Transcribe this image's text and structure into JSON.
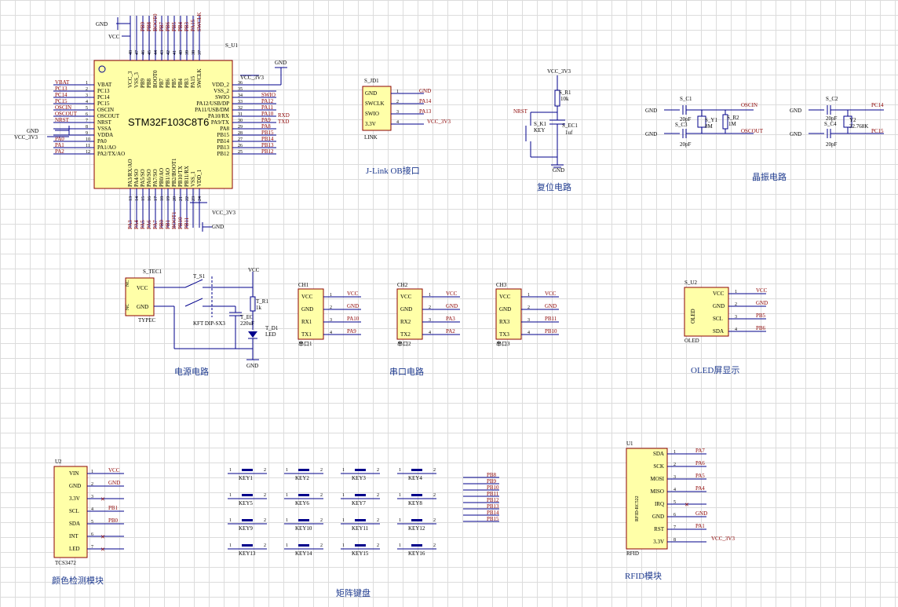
{
  "mcu": {
    "ref": "S_U1",
    "name": "STM32F103C8T6",
    "left_pins": [
      {
        "num": "1",
        "name": "VBAT",
        "net": "VBAT"
      },
      {
        "num": "2",
        "name": "PC13",
        "net": "PC13"
      },
      {
        "num": "3",
        "name": "PC14",
        "net": "PC14"
      },
      {
        "num": "4",
        "name": "PC15",
        "net": "PC15"
      },
      {
        "num": "5",
        "name": "OSCIN",
        "net": "OSCIN"
      },
      {
        "num": "6",
        "name": "OSCOUT",
        "net": "OSCOUT"
      },
      {
        "num": "7",
        "name": "NRST",
        "net": "NRST"
      },
      {
        "num": "8",
        "name": "VSSA",
        "net": ""
      },
      {
        "num": "9",
        "name": "VDDA",
        "net": ""
      },
      {
        "num": "10",
        "name": "PA0",
        "net": "PA0"
      },
      {
        "num": "11",
        "name": "PA1/AO",
        "net": "PA1"
      },
      {
        "num": "12",
        "name": "PA2/TX/AO",
        "net": "PA2"
      }
    ],
    "right_pins": [
      {
        "num": "36",
        "name": "VDD_2",
        "net": "VCC_3V3"
      },
      {
        "num": "35",
        "name": "VSS_2",
        "net": ""
      },
      {
        "num": "34",
        "name": "SWIO",
        "net": "SWIO"
      },
      {
        "num": "33",
        "name": "PA12/USB/DP",
        "net": "PA12"
      },
      {
        "num": "32",
        "name": "PA11/USB/DM",
        "net": "PA11"
      },
      {
        "num": "31",
        "name": "PA10/RX",
        "net": "PA10"
      },
      {
        "num": "30",
        "name": "PA9/TX",
        "net": "PA9"
      },
      {
        "num": "29",
        "name": "PA8",
        "net": "PA8"
      },
      {
        "num": "28",
        "name": "PB15",
        "net": "PB15"
      },
      {
        "num": "27",
        "name": "PB14",
        "net": "PB14"
      },
      {
        "num": "26",
        "name": "PB13",
        "net": "PB13"
      },
      {
        "num": "25",
        "name": "PB12",
        "net": "PB12"
      }
    ],
    "top_pins": [
      {
        "num": "48",
        "name": "VCC_3",
        "net": ""
      },
      {
        "num": "47",
        "name": "VSS_3",
        "net": ""
      },
      {
        "num": "46",
        "name": "PB9",
        "net": "PB9"
      },
      {
        "num": "45",
        "name": "PB8",
        "net": "PB8"
      },
      {
        "num": "44",
        "name": "BOOT0",
        "net": "BOOT0"
      },
      {
        "num": "43",
        "name": "PB7",
        "net": "PB7"
      },
      {
        "num": "42",
        "name": "PB6",
        "net": "PB6"
      },
      {
        "num": "41",
        "name": "PB5",
        "net": "PB5"
      },
      {
        "num": "40",
        "name": "PB4",
        "net": "PB4"
      },
      {
        "num": "39",
        "name": "PB3",
        "net": "PB3"
      },
      {
        "num": "38",
        "name": "PA15",
        "net": "PA15"
      },
      {
        "num": "37",
        "name": "SWCLK",
        "net": "SWCLK"
      }
    ],
    "bottom_pins": [
      {
        "num": "13",
        "name": "PA3/RX/AO",
        "net": "PA3"
      },
      {
        "num": "14",
        "name": "PA4/SO",
        "net": "PA4"
      },
      {
        "num": "15",
        "name": "PA5/SO",
        "net": "PA5"
      },
      {
        "num": "16",
        "name": "PA6/SO",
        "net": "PA6"
      },
      {
        "num": "17",
        "name": "PA7/SO",
        "net": "PA7"
      },
      {
        "num": "18",
        "name": "PB0/AO",
        "net": "PB0"
      },
      {
        "num": "19",
        "name": "PB1/AO",
        "net": "PB1"
      },
      {
        "num": "20",
        "name": "PB2/BOOT1",
        "net": "BOOT1"
      },
      {
        "num": "21",
        "name": "PB10/TX",
        "net": "PB10"
      },
      {
        "num": "22",
        "name": "PB11/RX",
        "net": "PB11"
      },
      {
        "num": "23",
        "name": "VSS_1",
        "net": ""
      },
      {
        "num": "24",
        "name": "VDD_1",
        "net": ""
      }
    ],
    "power_labels": {
      "gnd": "GND",
      "vcc": "VCC",
      "vcc33": "VCC_3V3",
      "rxd": "RXD",
      "txd": "TXD"
    }
  },
  "jlink": {
    "ref": "S_JD1",
    "value": "LINK",
    "title": "J-Link OB接口",
    "pins": [
      {
        "num": "1",
        "name": "GND",
        "net": "GND"
      },
      {
        "num": "2",
        "name": "SWCLK",
        "net": "PA14"
      },
      {
        "num": "3",
        "name": "SWIO",
        "net": "PA13"
      },
      {
        "num": "4",
        "name": "3.3V",
        "net": "VCC_3V3"
      }
    ]
  },
  "reset": {
    "title": "复位电路",
    "vcc": "VCC_3V3",
    "r_ref": "S_R1",
    "r_val": "10k",
    "c_ref": "S_EC1",
    "c_val": "1uf",
    "k_ref": "S_K1",
    "k_val": "KEY",
    "net": "NRST",
    "gnd": "GND"
  },
  "crystal": {
    "title": "晶振电路",
    "hse": {
      "c1_ref": "S_C1",
      "c2_ref": "S_C3",
      "c_val": "20pF",
      "y_ref": "S_Y1",
      "y_val": "8M",
      "r_ref": "S_R2",
      "r_val": "1M",
      "net1": "OSCIN",
      "net2": "OSCOUT",
      "gnd": "GND"
    },
    "lse": {
      "c1_ref": "S_C2",
      "c2_ref": "S_C4",
      "c_val": "20pF",
      "y_ref": "Y2",
      "y_val": "32.768K",
      "net1": "PC14",
      "net2": "PC15",
      "gnd": "GND"
    }
  },
  "power": {
    "title": "电源电路",
    "conn_ref": "S_TEC1",
    "conn_val": "TYPEC",
    "conn_pins": [
      "VCC",
      "GND"
    ],
    "nc": "NC",
    "sw_ref": "T_S1",
    "sw_val": "KFT DIP-SX3",
    "cap_ref": "T_EC",
    "cap_val": "220uF",
    "r_ref": "T_R1",
    "r_val": "1k",
    "led_ref": "T_D1",
    "led_val": "LED",
    "vcc": "VCC",
    "gnd": "GND"
  },
  "serial": {
    "title": "串口电路",
    "ports": [
      {
        "ref": "CH1",
        "val": "串口1",
        "pins": [
          "VCC",
          "GND",
          "RX1",
          "TX1"
        ],
        "nets": [
          "VCC",
          "GND",
          "PA10",
          "PA9"
        ]
      },
      {
        "ref": "CH2",
        "val": "串口2",
        "pins": [
          "VCC",
          "GND",
          "RX2",
          "TX2"
        ],
        "nets": [
          "VCC",
          "GND",
          "PA3",
          "PA2"
        ]
      },
      {
        "ref": "CH3",
        "val": "串口3",
        "pins": [
          "VCC",
          "GND",
          "RX3",
          "TX3"
        ],
        "nets": [
          "VCC",
          "GND",
          "PB11",
          "PB10"
        ]
      }
    ]
  },
  "oled": {
    "title": "OLED屏显示",
    "ref": "S_U2",
    "val": "OLED",
    "body": "OLED",
    "pins": [
      {
        "name": "VCC",
        "net": "VCC"
      },
      {
        "name": "GND",
        "net": "GND"
      },
      {
        "name": "SCL",
        "net": "PB5"
      },
      {
        "name": "SDA",
        "net": "PB6"
      }
    ]
  },
  "color": {
    "title": "颜色检测模块",
    "ref": "U2",
    "val": "TCS3472",
    "pins": [
      {
        "name": "VIN",
        "net": "VCC"
      },
      {
        "name": "GND",
        "net": "GND"
      },
      {
        "name": "3.3V",
        "net": ""
      },
      {
        "name": "SCL",
        "net": "PB1"
      },
      {
        "name": "SDA",
        "net": "PB0"
      },
      {
        "name": "INT",
        "net": ""
      },
      {
        "name": "LED",
        "net": ""
      }
    ]
  },
  "keypad": {
    "title": "矩阵键盘",
    "keys": [
      "KEY1",
      "KEY2",
      "KEY3",
      "KEY4",
      "KEY5",
      "KEY6",
      "KEY7",
      "KEY8",
      "KEY9",
      "KEY10",
      "KEY11",
      "KEY12",
      "KEY13",
      "KEY14",
      "KEY15",
      "KEY16"
    ],
    "nets": [
      "PB8",
      "PB9",
      "PB10",
      "PB11",
      "PB12",
      "PB13",
      "PB14",
      "PB15"
    ]
  },
  "rfid": {
    "title": "RFID模块",
    "ref": "U1",
    "val": "RFID",
    "body": "RFID-RC522",
    "pins": [
      {
        "name": "SDA",
        "net": "PA7"
      },
      {
        "name": "SCK",
        "net": "PA6"
      },
      {
        "name": "MOSI",
        "net": "PA5"
      },
      {
        "name": "MISO",
        "net": "PA4"
      },
      {
        "name": "IRQ",
        "net": ""
      },
      {
        "name": "GND",
        "net": "GND"
      },
      {
        "name": "RST",
        "net": "PA1"
      },
      {
        "name": "3.3V",
        "net": "VCC_3V3"
      }
    ]
  }
}
